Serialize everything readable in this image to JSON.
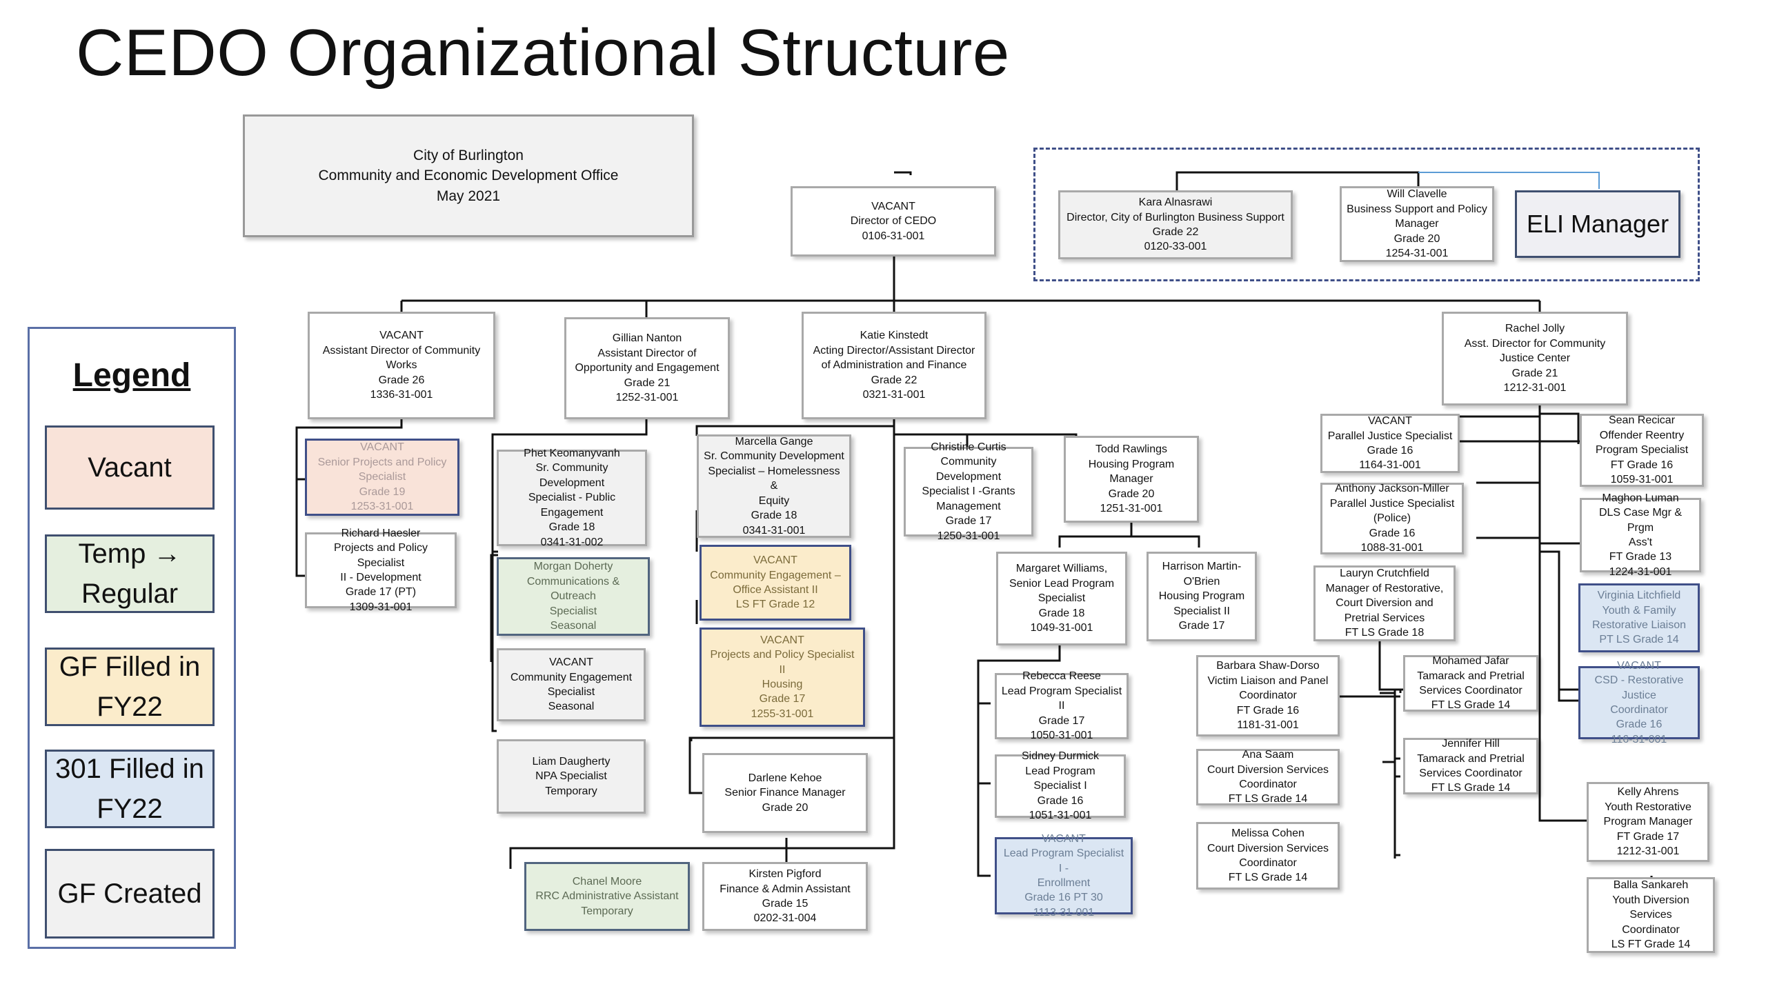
{
  "title": "CEDO Organizational Structure",
  "legend": {
    "title": "Legend",
    "items": [
      {
        "key": "vacant",
        "label": "Vacant",
        "color": "#f9e3d9"
      },
      {
        "key": "temp",
        "label": "Temp → Regular",
        "color": "#e5efdf"
      },
      {
        "key": "gf",
        "label": "GF Filled in FY22",
        "color": "#fbeccb"
      },
      {
        "key": "f301",
        "label": "301 Filled in FY22",
        "color": "#dbe6f3"
      },
      {
        "key": "gfc",
        "label": "GF Created",
        "color": "#f1f1f1"
      }
    ]
  },
  "colors": {
    "dashed_border": "#3f4f88",
    "line": "#111111",
    "eli_link": "#5b9bd5"
  },
  "nodes": [
    {
      "id": "office",
      "type": "big",
      "lines": [
        "City of Burlington",
        "Community and Economic Development Office",
        "May 2021"
      ]
    },
    {
      "id": "director",
      "lines": [
        "VACANT",
        "Director of CEDO",
        "0106-31-001"
      ]
    },
    {
      "id": "kara",
      "type": "gfc",
      "lines": [
        "Kara Alnasrawi",
        "Director, City of Burlington Business Support",
        "Grade 22",
        "0120-33-001"
      ]
    },
    {
      "id": "will",
      "lines": [
        "Will Clavelle",
        "Business Support and Policy",
        "Manager",
        "Grade 20",
        "1254-31-001"
      ]
    },
    {
      "id": "eli",
      "type": "eli",
      "lines": [
        "ELI Manager"
      ]
    },
    {
      "id": "ad_cw",
      "lines": [
        "VACANT",
        "Assistant Director of Community",
        "Works",
        "Grade 26",
        "1336-31-001"
      ]
    },
    {
      "id": "gillian",
      "lines": [
        "Gillian Nanton",
        "Assistant Director of",
        "Opportunity and Engagement",
        "Grade 21",
        "1252-31-001"
      ]
    },
    {
      "id": "katie",
      "lines": [
        "Katie Kinstedt",
        "Acting Director/Assistant Director",
        "of Administration and Finance",
        "Grade 22",
        "0321-31-001"
      ]
    },
    {
      "id": "rachel",
      "lines": [
        "Rachel Jolly",
        "Asst. Director for Community",
        "Justice Center",
        "Grade 21",
        "1212-31-001"
      ]
    },
    {
      "id": "sr_proj",
      "type": "vac",
      "lines": [
        "VACANT",
        "Senior Projects and Policy",
        "Specialist",
        "Grade 19",
        "1253-31-001"
      ]
    },
    {
      "id": "richard",
      "lines": [
        "Richard Haesler",
        "Projects and Policy Specialist",
        "II - Development",
        "Grade 17 (PT)",
        "1309-31-001"
      ]
    },
    {
      "id": "phet",
      "type": "gfc",
      "lines": [
        "Phet Keomanyvanh",
        "Sr. Community Development",
        "Specialist - Public Engagement",
        "Grade 18",
        "0341-31-002"
      ]
    },
    {
      "id": "morgan",
      "type": "tmp",
      "lines": [
        "Morgan Doherty",
        "Communications & Outreach",
        "Specialist",
        "Seasonal"
      ]
    },
    {
      "id": "ce_spec",
      "type": "gfc",
      "lines": [
        "VACANT",
        "Community Engagement",
        "Specialist",
        "Seasonal"
      ]
    },
    {
      "id": "liam",
      "type": "gfc",
      "lines": [
        "Liam Daugherty",
        "NPA Specialist",
        "Temporary"
      ]
    },
    {
      "id": "chanel",
      "type": "tmp",
      "lines": [
        "Chanel Moore",
        "RRC Administrative Assistant",
        "Temporary"
      ]
    },
    {
      "id": "marcella",
      "type": "gfc",
      "lines": [
        "Marcella Gange",
        "Sr. Community Development",
        "Specialist – Homelessness &",
        "Equity",
        "Grade 18",
        "0341-31-001"
      ]
    },
    {
      "id": "ce_oa",
      "type": "gf",
      "lines": [
        "VACANT",
        "Community Engagement –",
        "Office Assistant II",
        "LS FT Grade 12"
      ]
    },
    {
      "id": "pps2",
      "type": "gf",
      "lines": [
        "VACANT",
        "Projects and Policy Specialist II",
        "Housing",
        "Grade 17",
        "1255-31-001"
      ]
    },
    {
      "id": "darlene",
      "lines": [
        "Darlene Kehoe",
        "Senior Finance Manager",
        "Grade 20"
      ]
    },
    {
      "id": "kirsten",
      "lines": [
        "Kirsten Pigford",
        "Finance & Admin Assistant",
        "Grade 15",
        "0202-31-004"
      ]
    },
    {
      "id": "christine",
      "lines": [
        "Christine Curtis",
        "Community Development",
        "Specialist I -Grants",
        "Management",
        "Grade 17",
        "1250-31-001"
      ]
    },
    {
      "id": "todd",
      "lines": [
        "Todd Rawlings",
        "Housing Program",
        "Manager",
        "Grade 20",
        "1251-31-001"
      ]
    },
    {
      "id": "margaret",
      "lines": [
        "Margaret Williams,",
        "Senior Lead Program",
        "Specialist",
        "Grade 18",
        "1049-31-001"
      ]
    },
    {
      "id": "harrison",
      "lines": [
        "Harrison Martin-",
        "O'Brien",
        "Housing Program",
        "Specialist II",
        "Grade 17"
      ]
    },
    {
      "id": "rebecca",
      "lines": [
        "Rebecca Reese",
        "Lead Program Specialist II",
        "Grade 17",
        "1050-31-001"
      ]
    },
    {
      "id": "sidney",
      "lines": [
        "Sidney Durmick",
        "Lead Program Specialist I",
        "Grade 16",
        "1051-31-001"
      ]
    },
    {
      "id": "lps_enroll",
      "type": "f301",
      "lines": [
        "VACANT",
        "Lead Program Specialist I -",
        "Enrollment",
        "Grade 16 PT 30",
        "1113-31-001"
      ]
    },
    {
      "id": "pjs",
      "lines": [
        "VACANT",
        "Parallel Justice Specialist",
        "Grade 16",
        "1164-31-001"
      ]
    },
    {
      "id": "anthony",
      "lines": [
        "Anthony Jackson-Miller",
        "Parallel Justice Specialist",
        "(Police)",
        "Grade 16",
        "1088-31-001"
      ]
    },
    {
      "id": "lauryn",
      "lines": [
        "Lauryn Crutchfield",
        "Manager of Restorative,",
        "Court Diversion and",
        "Pretrial Services",
        "FT LS Grade 18"
      ]
    },
    {
      "id": "barbara",
      "lines": [
        "Barbara Shaw-Dorso",
        "Victim Liaison and Panel",
        "Coordinator",
        "FT Grade 16",
        "1181-31-001"
      ]
    },
    {
      "id": "ana",
      "lines": [
        "Ana Saam",
        "Court Diversion Services",
        "Coordinator",
        "FT LS Grade 14"
      ]
    },
    {
      "id": "melissa",
      "lines": [
        "Melissa Cohen",
        "Court Diversion Services",
        "Coordinator",
        "FT LS Grade 14"
      ]
    },
    {
      "id": "mohamed",
      "lines": [
        "Mohamed Jafar",
        "Tamarack and Pretrial",
        "Services Coordinator",
        "FT LS Grade 14"
      ]
    },
    {
      "id": "jennifer",
      "lines": [
        "Jennifer Hill",
        "Tamarack and Pretrial",
        "Services Coordinator",
        "FT LS Grade 14"
      ]
    },
    {
      "id": "sean",
      "lines": [
        "Sean Recicar",
        "Offender Reentry",
        "Program Specialist",
        "FT Grade 16",
        "1059-31-001"
      ]
    },
    {
      "id": "maghon",
      "lines": [
        "Maghon Luman",
        "DLS Case Mgr & Prgm",
        "Ass't",
        "FT Grade 13",
        "1224-31-001"
      ]
    },
    {
      "id": "virginia",
      "type": "f301",
      "lines": [
        "Virginia Litchfield",
        "Youth & Family",
        "Restorative Liaison",
        "PT LS Grade 14"
      ]
    },
    {
      "id": "csd_rj",
      "type": "f301",
      "lines": [
        "VACANT",
        "CSD - Restorative Justice",
        "Coordinator",
        "Grade 16",
        "116-31-001"
      ]
    },
    {
      "id": "kelly",
      "lines": [
        "Kelly Ahrens",
        "Youth Restorative",
        "Program Manager",
        "FT Grade 17",
        "1212-31-001"
      ]
    },
    {
      "id": "balla",
      "lines": [
        "Balla Sankareh",
        "Youth Diversion Services",
        "Coordinator",
        "LS FT Grade 14"
      ]
    }
  ]
}
